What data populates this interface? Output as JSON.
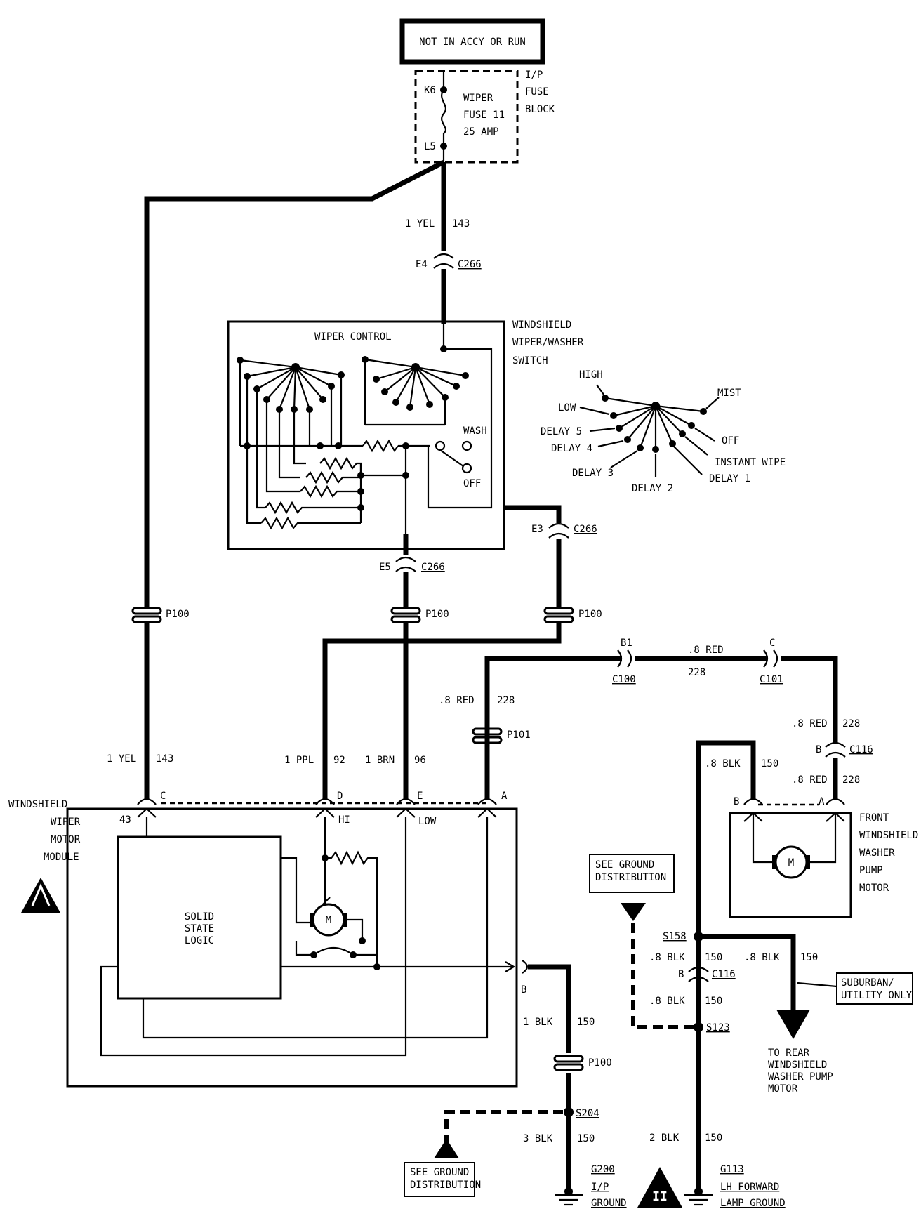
{
  "header_box": "NOT IN ACCY OR RUN",
  "fuse_block": {
    "label": [
      "I/P",
      "FUSE",
      "BLOCK"
    ],
    "name": [
      "WIPER",
      "FUSE 11",
      "25 AMP"
    ],
    "terminal_top": "K6",
    "terminal_bottom": "L5"
  },
  "wire_143_top": {
    "size": "1 YEL",
    "circuit": "143"
  },
  "connector_e4": {
    "pin": "E4",
    "name": "C266"
  },
  "switch": {
    "title": "WIPER CONTROL",
    "label": [
      "WINDSHIELD",
      "WIPER/WASHER",
      "SWITCH"
    ],
    "wash": "WASH",
    "off": "OFF"
  },
  "switch_positions": [
    "HIGH",
    "LOW",
    "DELAY 5",
    "DELAY 4",
    "DELAY 3",
    "DELAY 2",
    "DELAY 1",
    "INSTANT WIPE",
    "OFF",
    "MIST"
  ],
  "connector_e3": {
    "pin": "E3",
    "name": "C266"
  },
  "connector_e5": {
    "pin": "E5",
    "name": "C266"
  },
  "p100": "P100",
  "p101": "P101",
  "c100": {
    "pin": "B1",
    "name": "C100"
  },
  "c101": {
    "pin": "C",
    "name": "C101"
  },
  "wire_228_top": {
    "size": ".8 RED",
    "circuit": "228"
  },
  "wire_228_left": {
    "size": ".8 RED",
    "circuit": "228"
  },
  "wire_228_right": {
    "size": ".8 RED",
    "circuit": "228"
  },
  "wire_228_right2": {
    "size": ".8 RED",
    "circuit": "228"
  },
  "c116_top": {
    "pin": "B",
    "name": "C116"
  },
  "wire_143": {
    "size": "1 YEL",
    "circuit": "143"
  },
  "wire_92": {
    "size": "1 PPL",
    "circuit": "92"
  },
  "wire_96": {
    "size": "1 BRN",
    "circuit": "96"
  },
  "motor_module": {
    "label": [
      "WINDSHIELD",
      "WIPER",
      "MOTOR",
      "MODULE"
    ],
    "pins": {
      "c": "C",
      "d": "D",
      "e": "E",
      "a": "A",
      "b": "B",
      "c_num": "43"
    },
    "hi": "HI",
    "low": "LOW",
    "logic": [
      "SOLID",
      "STATE",
      "LOGIC"
    ],
    "motor": "M"
  },
  "washer_pump": {
    "label": [
      "FRONT",
      "WINDSHIELD",
      "WASHER",
      "PUMP",
      "MOTOR"
    ],
    "pin_b": "B",
    "pin_a": "A",
    "motor": "M"
  },
  "wire_150_pump": {
    "size": ".8 BLK",
    "circuit": "150"
  },
  "ground_dist_right": [
    "SEE GROUND",
    "DISTRIBUTION"
  ],
  "ground_dist_left": [
    "SEE GROUND",
    "DISTRIBUTION"
  ],
  "s158": "S158",
  "wire_150_s158_down": {
    "size": ".8 BLK",
    "circuit": "150"
  },
  "wire_150_s158_right": {
    "size": ".8 BLK",
    "circuit": "150"
  },
  "c116_bottom": {
    "pin": "B",
    "name": "C116"
  },
  "wire_150_c116": {
    "size": ".8 BLK",
    "circuit": "150"
  },
  "s123": "S123",
  "suburban_box": [
    "SUBURBAN/",
    "UTILITY ONLY"
  ],
  "rear_washer": [
    "TO REAR",
    "WINDSHIELD",
    "WASHER PUMP",
    "MOTOR"
  ],
  "wire_150_b": {
    "size": "1 BLK",
    "circuit": "150"
  },
  "s204": "S204",
  "wire_150_g200": {
    "size": "3 BLK",
    "circuit": "150"
  },
  "g200": [
    "G200",
    "I/P",
    "GROUND"
  ],
  "wire_150_g113": {
    "size": "2 BLK",
    "circuit": "150"
  },
  "g113": [
    "G113",
    "LH FORWARD",
    "LAMP GROUND"
  ],
  "warning_symbol": "II"
}
